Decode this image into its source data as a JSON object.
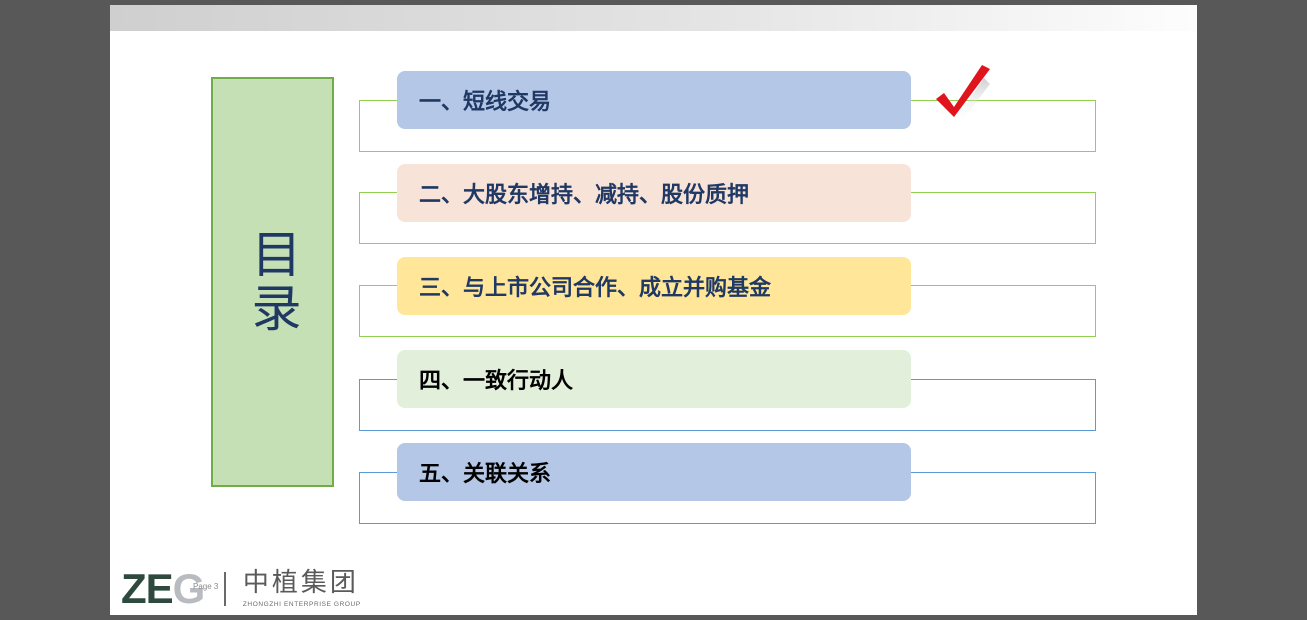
{
  "slide": {
    "toc_title": "目录",
    "items": [
      {
        "label": "一、短线交易",
        "fill": "#b4c7e7",
        "text_color": "#1f3864",
        "frame_color": "#92d050",
        "checked": true
      },
      {
        "label": "二、大股东增持、减持、股份质押",
        "fill": "#f8e3d8",
        "text_color": "#1f3864",
        "frame_color": "#92d050",
        "checked": false
      },
      {
        "label": "三、与上市公司合作、成立并购基金",
        "fill": "#ffe699",
        "text_color": "#1f3864",
        "frame_color": "#92d050",
        "checked": false
      },
      {
        "label": "四、一致行动人",
        "fill": "#e2efda",
        "text_color": "#000000",
        "frame_color": "#5b9bd5",
        "checked": false
      },
      {
        "label": "五、关联关系",
        "fill": "#b4c7e7",
        "text_color": "#000000",
        "frame_color": "#5b9bd5",
        "checked": false
      }
    ],
    "check_icon": "check-mark-icon",
    "check_color": "#e0141c"
  },
  "footer": {
    "logo_mark_dark": "ZE",
    "logo_mark_light": "G",
    "logo_cn": "中植集团",
    "logo_en": "ZHONGZHI ENTERPRISE GROUP",
    "page_label": "Page 3"
  },
  "colors": {
    "window_bg": "#585858",
    "slide_bg": "#ffffff",
    "side_fill": "#c5e0b4",
    "side_border": "#70ad47",
    "green_frame": "#92d050",
    "blue_frame": "#5b9bd5",
    "logo_dark": "#2e4a3f"
  }
}
